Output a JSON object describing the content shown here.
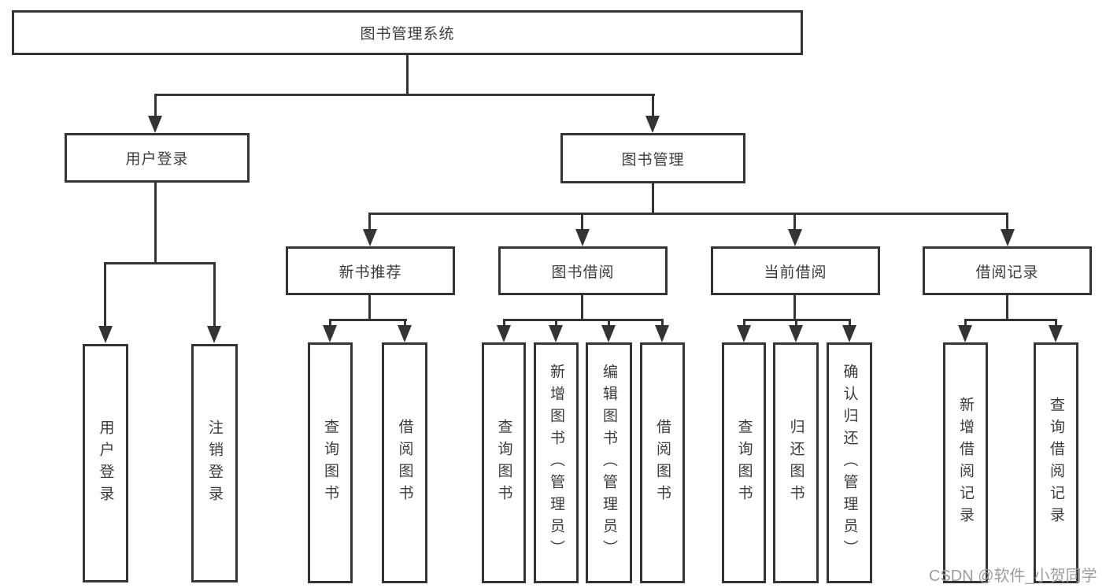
{
  "nodes": {
    "root": "图书管理系统",
    "user_login": "用户登录",
    "book_mgmt": "图书管理",
    "new_book": "新书推荐",
    "book_borrow": "图书借阅",
    "current_borrow": "当前借阅",
    "borrow_record": "借阅记录",
    "ul_login": "用户登录",
    "ul_logout": "注销登录",
    "nb_query": "查询图书",
    "nb_borrow": "借阅图书",
    "bb_query": "查询图书",
    "bb_add": "新增图书（管理员）",
    "bb_edit": "编辑图书（管理员）",
    "bb_borrow": "借阅图书",
    "cb_query": "查询图书",
    "cb_return": "归还图书",
    "cb_confirm": "确认归还（管理员）",
    "br_add": "新增借阅记录",
    "br_query": "查询借阅记录"
  },
  "watermark": "CSDN @软件_小贺同学",
  "colors": {
    "line": "#343434",
    "text": "#3c3c3c",
    "watermark": "#9c9c9c",
    "background": "#ffffff"
  }
}
